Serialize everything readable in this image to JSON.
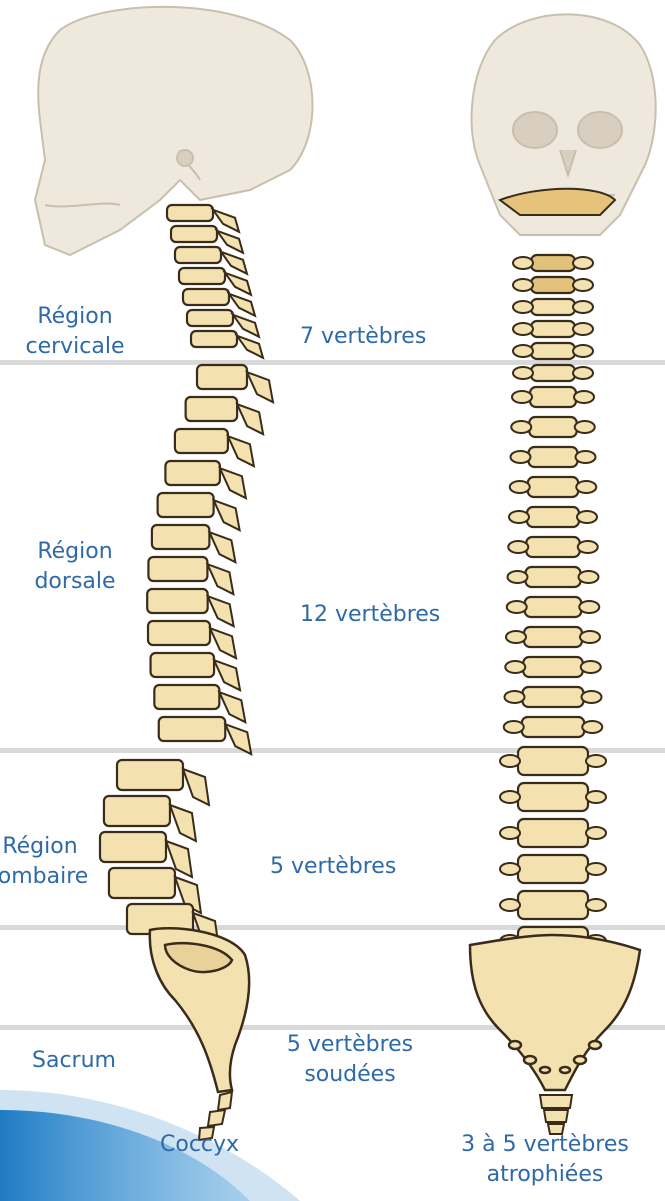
{
  "regions": [
    {
      "name_line1": "Région",
      "name_line2": "cervicale",
      "count": "7 vertèbres"
    },
    {
      "name_line1": "Région",
      "name_line2": "dorsale",
      "count": "12 vertèbres"
    },
    {
      "name_line1": "Région",
      "name_line2": "lombaire",
      "count": "5 vertèbres"
    },
    {
      "name_line1": "Sacrum",
      "count_line1": "5 vertèbres",
      "count_line2": "soudées"
    },
    {
      "name_line1": "Coccyx",
      "count_line1": "3 à 5 vertèbres",
      "count_line2": "atrophiées"
    }
  ],
  "colors": {
    "bone": "#f3e2b0",
    "bone_shade": "#e2c27a",
    "outline": "#3a2c1a",
    "skull": "#efe8dc",
    "label": "#2e6aa8",
    "separator": "#d9d9d9",
    "wave": "#1f7bc4"
  },
  "icons": [
    "skull-side-icon",
    "skull-front-icon",
    "spine-side-icon",
    "spine-front-icon"
  ]
}
